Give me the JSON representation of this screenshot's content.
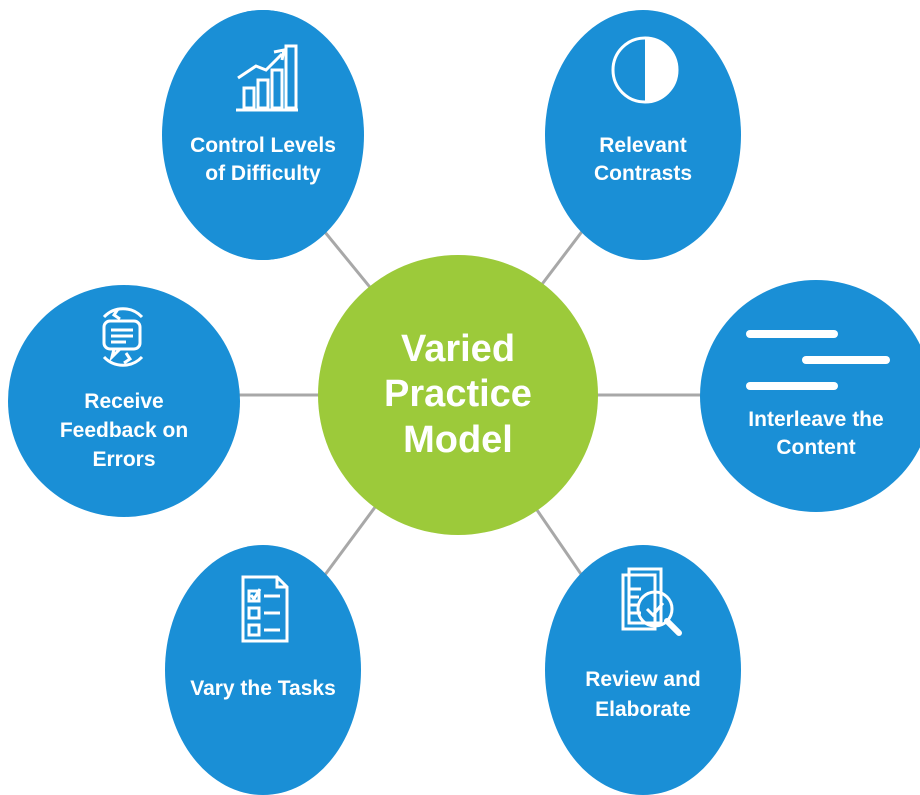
{
  "colors": {
    "center": "#9cca3a",
    "outer": "#1a8fd6",
    "connector": "#a8a8a8",
    "text": "#ffffff"
  },
  "center": {
    "title": "Varied\nPractice\nModel"
  },
  "nodes": [
    {
      "label": "Control Levels\nof Difficulty",
      "icon": "bar-chart-growth-icon"
    },
    {
      "label": "Relevant\nContrasts",
      "icon": "half-circle-contrast-icon"
    },
    {
      "label": "Receive\nFeedback on\nErrors",
      "icon": "chat-feedback-cycle-icon"
    },
    {
      "label": "Interleave the\nContent",
      "icon": "interleaved-lines-icon"
    },
    {
      "label": "Vary the Tasks",
      "icon": "task-checklist-icon"
    },
    {
      "label": "Review and\nElaborate",
      "icon": "document-magnifier-check-icon"
    }
  ]
}
